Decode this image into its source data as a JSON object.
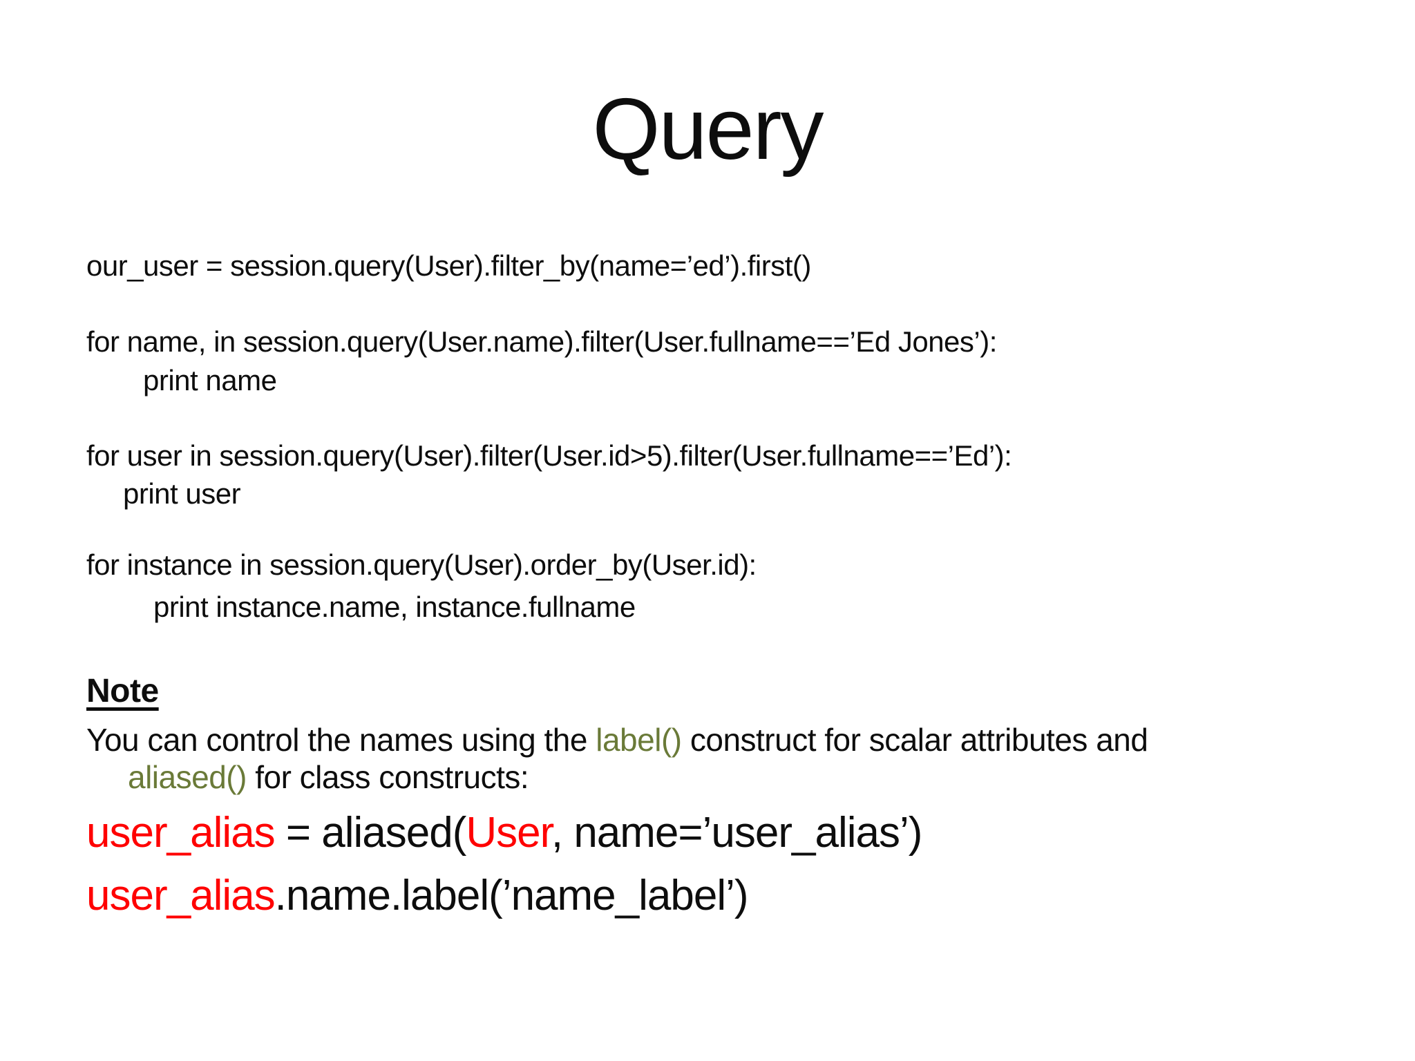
{
  "title": "Query",
  "colors": {
    "text": "#0d0d0d",
    "accent_green": "#6a7a38",
    "accent_red": "#ff0000",
    "background": "#ffffff"
  },
  "code": {
    "block1_line1": "our_user = session.query(User).filter_by(name=’ed’).first()",
    "block2_line1": "for name, in session.query(User.name).filter(User.fullname==’Ed Jones’):",
    "block2_line2": "print name",
    "block3_line1": "for user in session.query(User).filter(User.id>5).filter(User.fullname==’Ed’):",
    "block3_line2": "print user",
    "block4_line1": "for instance in session.query(User).order_by(User.id):",
    "block4_line2": "print instance.name, instance.fullname"
  },
  "note": {
    "heading": "Note",
    "line1_text": "You can control the names using the ",
    "line1_code_green": "label()",
    "line1_text_after": " construct for scalar attributes and",
    "line2_code_green": "aliased()",
    "line2_text_after": " for class constructs:"
  },
  "example": {
    "line1_var_red": "user_alias",
    "line1_mid": " = aliased(",
    "line1_class_red": "User",
    "line1_end": ", name=’user_alias’)",
    "line2_var_red": "user_alias",
    "line2_end": ".name.label(’name_label’)"
  }
}
